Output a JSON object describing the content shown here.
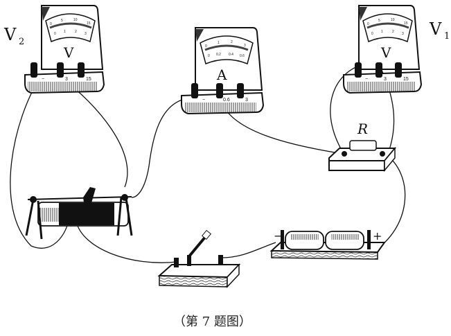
{
  "labels": {
    "v2": "V",
    "v2_sub": "2",
    "v1": "V",
    "v1_sub": "1",
    "resistor": "R",
    "caption": "（第 7 题图）"
  },
  "voltmeter": {
    "face_symbol": "V",
    "top_scale": [
      "0",
      "5",
      "10",
      "15"
    ],
    "bottom_scale": [
      "0",
      "1",
      "2",
      "3"
    ],
    "terminals": [
      "−",
      "3",
      "15"
    ]
  },
  "ammeter": {
    "face_symbol": "A",
    "top_scale": [
      "0",
      "1",
      "2",
      "3"
    ],
    "bottom_scale": [
      "0",
      "0.2",
      "0.4",
      "0.6"
    ],
    "terminals": [
      "−",
      "0.6",
      "3"
    ]
  },
  "battery": {
    "minus": "−",
    "plus": "+"
  }
}
